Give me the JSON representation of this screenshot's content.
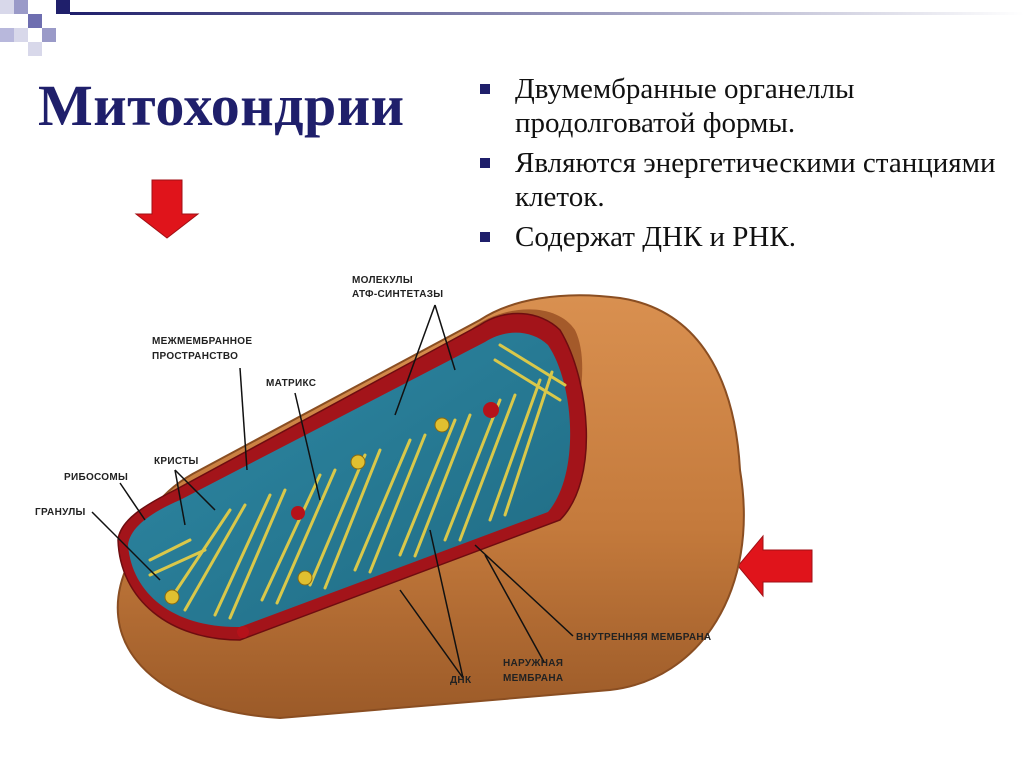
{
  "slide": {
    "title": "Митохондрии",
    "bullets": [
      "Двумембранные органеллы продолговатой формы.",
      "Являются энергетическими станциями клеток.",
      "Содержат ДНК и РНК."
    ]
  },
  "diagram": {
    "labels": {
      "atp_synthase_line1": "МОЛЕКУЛЫ",
      "atp_synthase_line2": "АТФ-СИНТЕТАЗЫ",
      "intermembrane_line1": "МЕЖМЕМБРАННОЕ",
      "intermembrane_line2": "ПРОСТРАНСТВО",
      "matrix": "МАТРИКС",
      "ribosomes": "РИБОСОМЫ",
      "cristae": "КРИСТЫ",
      "granules": "ГРАНУЛЫ",
      "inner_membrane": "ВНУТРЕННЯЯ МЕМБРАНА",
      "outer_membrane_line1": "НАРУЖНАЯ",
      "outer_membrane_line2": "МЕМБРАНА",
      "dna": "ДНК"
    },
    "colors": {
      "outer": "#c47a3c",
      "outer_dark": "#9b5a28",
      "inner_red": "#a3141a",
      "matrix": "#2a7d96",
      "cristae": "#d9c84a",
      "arrow": "#e0141b",
      "title": "#1f1f6b"
    }
  }
}
